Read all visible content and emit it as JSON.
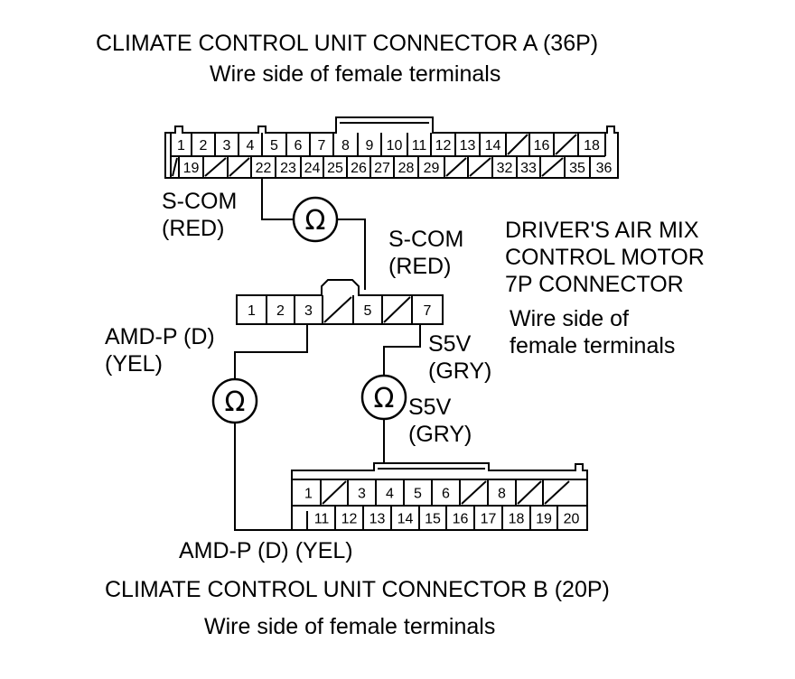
{
  "connector_a": {
    "title": "CLIMATE CONTROL UNIT CONNECTOR A (36P)",
    "subtitle": "Wire side of female terminals",
    "top_row": [
      "1",
      "2",
      "3",
      "4",
      "5",
      "6",
      "7",
      "8",
      "9",
      "10",
      "11",
      "12",
      "13",
      "14",
      "",
      "16",
      "",
      "18"
    ],
    "bottom_row": [
      "",
      "19",
      "",
      "",
      "22",
      "23",
      "24",
      "25",
      "26",
      "27",
      "28",
      "29",
      "",
      "",
      "32",
      "33",
      "",
      "35",
      "36"
    ]
  },
  "motor_connector": {
    "title_lines": [
      "DRIVER'S AIR MIX",
      "CONTROL MOTOR",
      "7P CONNECTOR"
    ],
    "subtitle_lines": [
      "Wire side of",
      "female terminals"
    ],
    "pins": [
      "1",
      "2",
      "3",
      "",
      "5",
      "",
      "7"
    ]
  },
  "connector_b": {
    "title": "CLIMATE CONTROL UNIT CONNECTOR B (20P)",
    "subtitle": "Wire side of female terminals",
    "top_row": [
      "1",
      "",
      "3",
      "4",
      "5",
      "6",
      "",
      "8",
      "",
      ""
    ],
    "bottom_row": [
      "11",
      "12",
      "13",
      "14",
      "15",
      "16",
      "17",
      "18",
      "19",
      "20"
    ]
  },
  "wires": {
    "scom_a": [
      "S-COM",
      "(RED)"
    ],
    "scom_motor": [
      "S-COM",
      "(RED)"
    ],
    "amdp_motor": [
      "AMD-P (D)",
      "(YEL)"
    ],
    "s5v_motor": [
      "S5V",
      "(GRY)"
    ],
    "s5v_b": [
      "S5V",
      "(GRY)"
    ],
    "amdp_b": "AMD-P (D) (YEL)"
  },
  "ohmmeter_symbol": "Ω",
  "icons": [
    "ohmmeter-icon"
  ]
}
